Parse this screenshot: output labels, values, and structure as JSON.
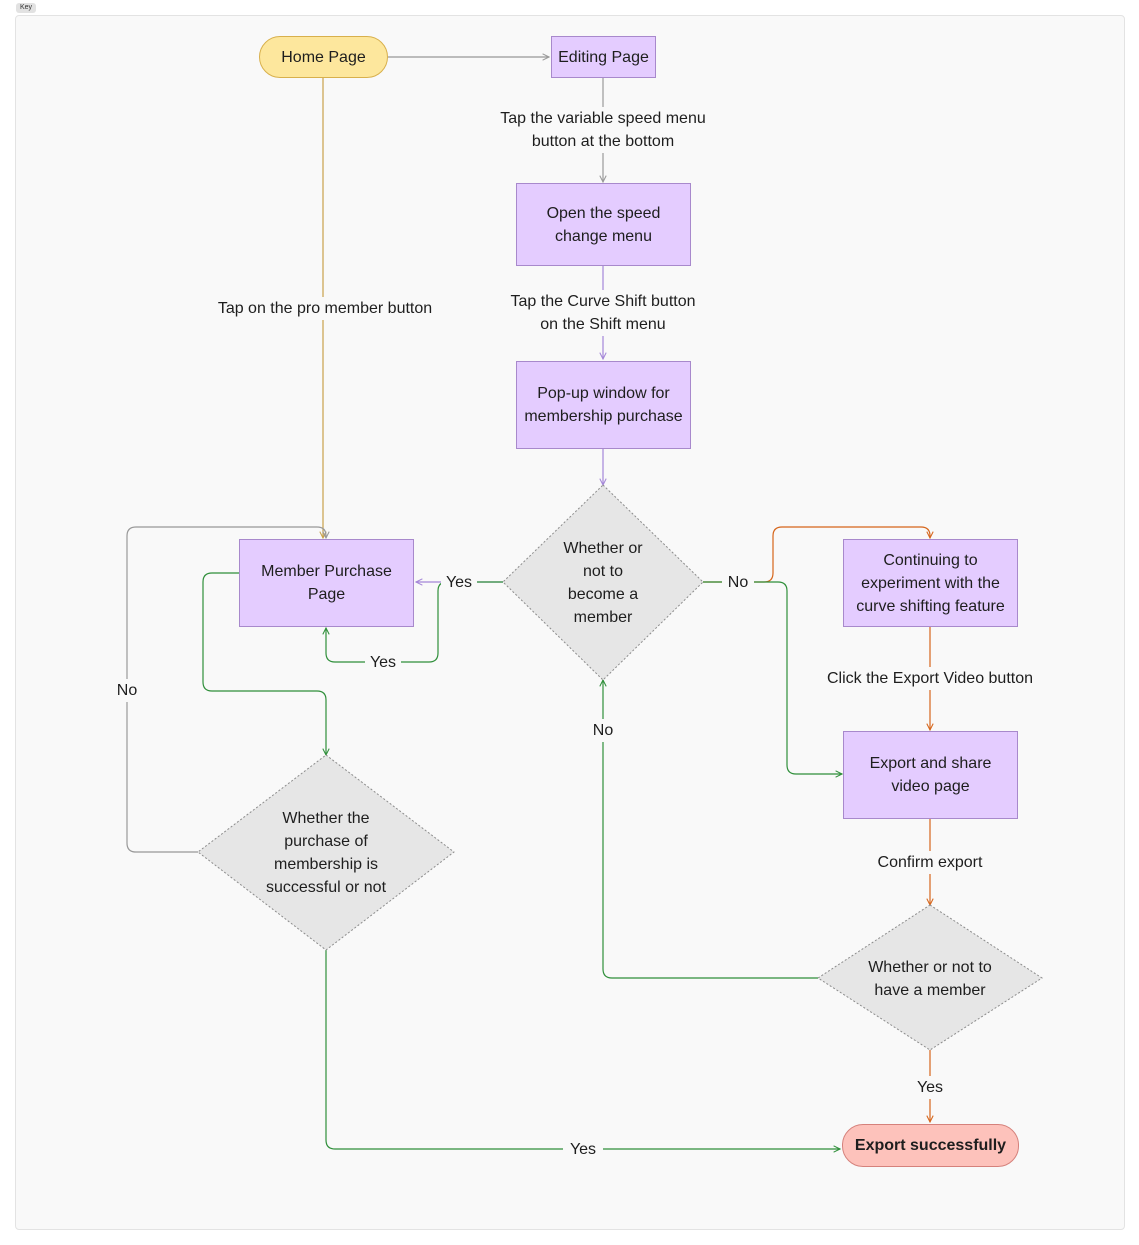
{
  "key_label": "Key",
  "nodes": {
    "home": "Home Page",
    "editing": "Editing Page",
    "open_speed": "Open the speed change menu",
    "popup": "Pop-up window for membership purchase",
    "member_purchase": "Member Purchase Page",
    "whether_member": "Whether or not to become a member",
    "continuing": "Continuing to experiment with the curve shifting feature",
    "export_share": "Export and share video page",
    "whether_purchase": "Whether the purchase of membership is successful or not",
    "whether_have": "Whether or not to have a member",
    "export_success": "Export successfully"
  },
  "edge_labels": {
    "tap_variable": "Tap the variable speed menu button at the bottom",
    "tap_curve": "Tap the Curve Shift button on the Shift menu",
    "tap_pro": "Tap on the pro member button",
    "yes_member": "Yes",
    "no_member": "No",
    "yes_loop": "Yes",
    "no_left": "No",
    "click_export": "Click the Export Video button",
    "no_have": "No",
    "confirm_export": "Confirm export",
    "yes_have": "Yes",
    "yes_purchase": "Yes"
  },
  "colors": {
    "gray": "#999999",
    "gold": "#c9a24a",
    "purple": "#a486d8",
    "green": "#2f8f3a",
    "orange": "#d6651a",
    "decision_fill": "#e6e6e6"
  }
}
